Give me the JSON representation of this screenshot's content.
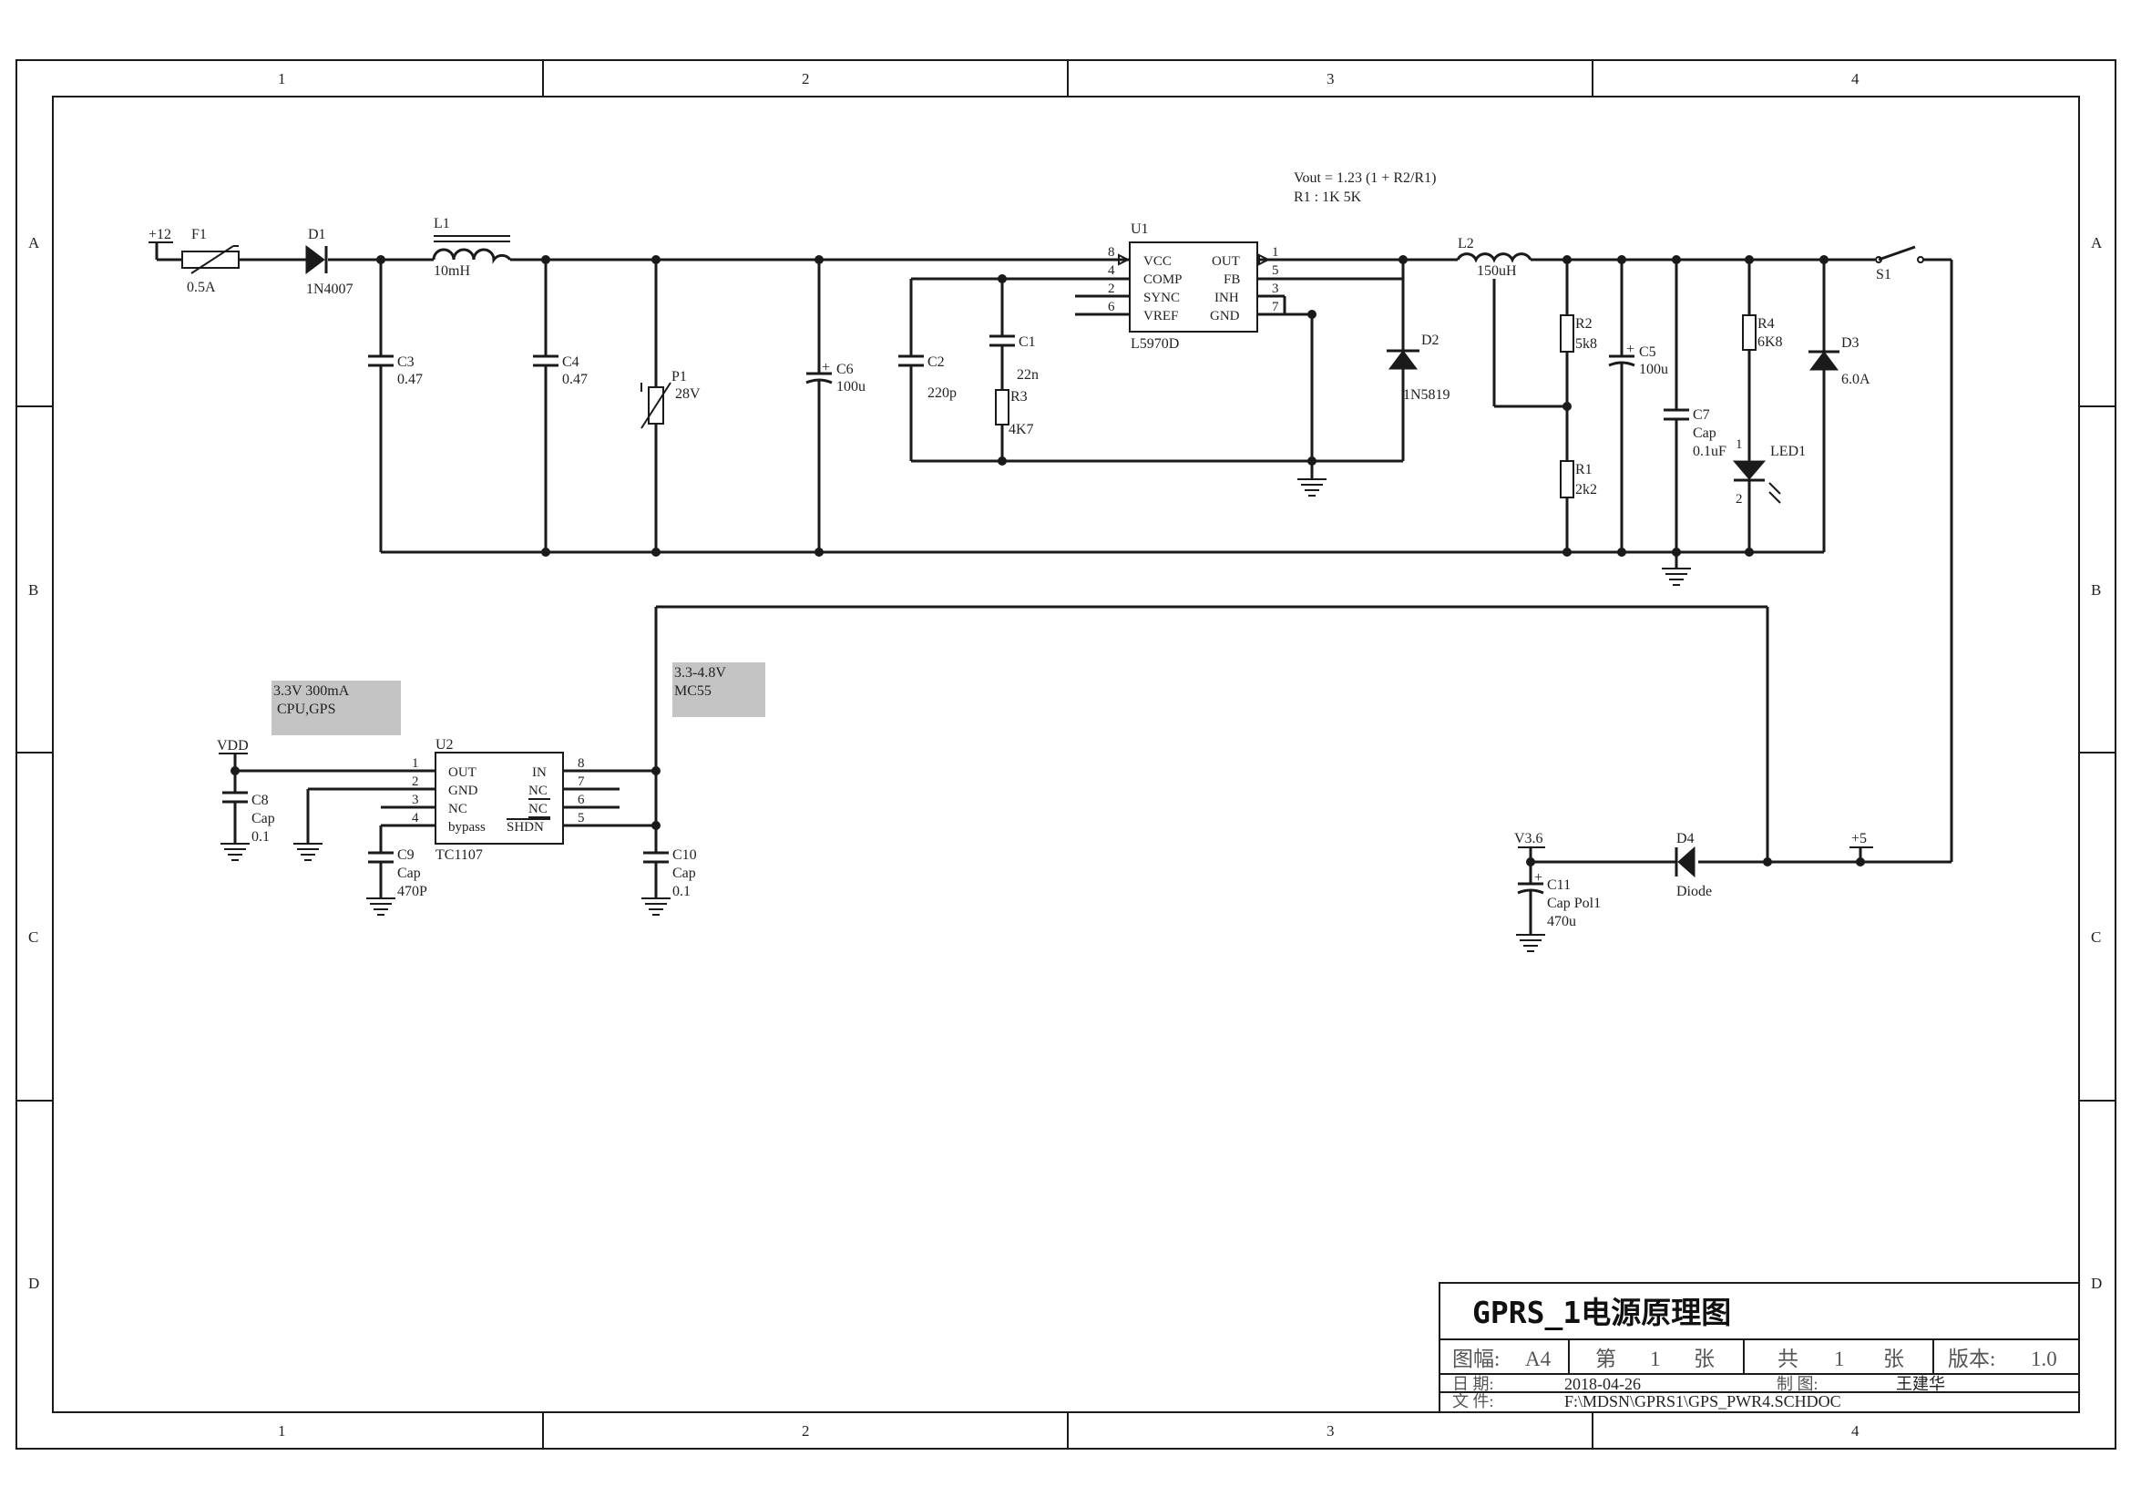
{
  "border": {
    "cols": [
      "1",
      "2",
      "3",
      "4"
    ],
    "rows": [
      "A",
      "B",
      "C",
      "D"
    ]
  },
  "notes": {
    "formula_line1": "Vout = 1.23 (1 + R2/R1)",
    "formula_line2": "R1 : 1K 5K",
    "ldo_note_line1": "3.3V 300mA",
    "ldo_note_line2": "CPU,GPS",
    "mc55_note_line1": "3.3-4.8V",
    "mc55_note_line2": "MC55"
  },
  "nets": {
    "p12": "+12",
    "vdd": "VDD",
    "v36": "V3.6",
    "p5": "+5"
  },
  "components": {
    "f1": {
      "ref": "F1",
      "value": "0.5A"
    },
    "d1": {
      "ref": "D1",
      "value": "1N4007"
    },
    "l1": {
      "ref": "L1",
      "value": "10mH"
    },
    "c3": {
      "ref": "C3",
      "value": "0.47"
    },
    "c4": {
      "ref": "C4",
      "value": "0.47"
    },
    "p1": {
      "ref": "P1",
      "value": "28V"
    },
    "c6": {
      "ref": "C6",
      "value": "100u"
    },
    "c2": {
      "ref": "C2",
      "value": "220p"
    },
    "c1": {
      "ref": "C1",
      "value": "22n"
    },
    "r3": {
      "ref": "R3",
      "value": "4K7"
    },
    "u1": {
      "ref": "U1",
      "value": "L5970D",
      "left_pins": [
        {
          "num": "8",
          "name": "VCC"
        },
        {
          "num": "4",
          "name": "COMP"
        },
        {
          "num": "2",
          "name": "SYNC"
        },
        {
          "num": "6",
          "name": "VREF"
        }
      ],
      "right_pins": [
        {
          "num": "1",
          "name": "OUT"
        },
        {
          "num": "5",
          "name": "FB"
        },
        {
          "num": "3",
          "name": "INH"
        },
        {
          "num": "7",
          "name": "GND"
        }
      ]
    },
    "d2": {
      "ref": "D2",
      "value": "1N5819"
    },
    "l2": {
      "ref": "L2",
      "value": "150uH"
    },
    "r2": {
      "ref": "R2",
      "value": "5k8"
    },
    "r1": {
      "ref": "R1",
      "value": "2k2"
    },
    "c5": {
      "ref": "C5",
      "value": "100u"
    },
    "c7": {
      "ref": "C7",
      "type": "Cap",
      "value": "0.1uF"
    },
    "r4": {
      "ref": "R4",
      "value": "6K8"
    },
    "led1": {
      "ref": "LED1",
      "pin1": "1",
      "pin2": "2"
    },
    "d3": {
      "ref": "D3",
      "value": "6.0A"
    },
    "s1": {
      "ref": "S1"
    },
    "u2": {
      "ref": "U2",
      "value": "TC1107",
      "left_pins": [
        {
          "num": "1",
          "name": "OUT"
        },
        {
          "num": "2",
          "name": "GND"
        },
        {
          "num": "3",
          "name": "NC"
        },
        {
          "num": "4",
          "name": "bypass"
        }
      ],
      "right_pins": [
        {
          "num": "8",
          "name": "IN"
        },
        {
          "num": "7",
          "name": "NC"
        },
        {
          "num": "6",
          "name": "NC"
        },
        {
          "num": "5",
          "name": "SHDN"
        }
      ]
    },
    "c8": {
      "ref": "C8",
      "type": "Cap",
      "value": "0.1"
    },
    "c9": {
      "ref": "C9",
      "type": "Cap",
      "value": "470P"
    },
    "c10": {
      "ref": "C10",
      "type": "Cap",
      "value": "0.1"
    },
    "c11": {
      "ref": "C11",
      "type": "Cap Pol1",
      "value": "470u"
    },
    "d4": {
      "ref": "D4",
      "value": "Diode"
    }
  },
  "title_block": {
    "title": "GPRS_1电源原理图",
    "size_label": "图幅:",
    "size_value": "A4",
    "sheet_label": "第",
    "sheet_num": "1",
    "sheet_unit": "张",
    "total_label": "共",
    "total_num": "1",
    "total_unit": "张",
    "version_label": "版本:",
    "version_value": "1.0",
    "date_label": "日 期:",
    "date_value": "2018-04-26",
    "drawn_label": "制 图:",
    "drawn_value": "王建华",
    "file_label": "文 件:",
    "file_value": "F:\\MDSN\\GPRS1\\GPS_PWR4.SCHDOC"
  }
}
